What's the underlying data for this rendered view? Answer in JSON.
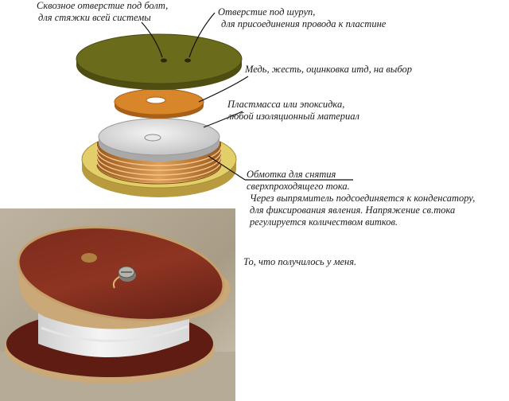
{
  "labels": {
    "bolt_hole": [
      "Сквозное отверстие под болт,",
      "для стяжки всей системы"
    ],
    "screw_hole": [
      "Отверстие под шуруп,",
      "для присоединения провода к пластине"
    ],
    "plate_material": "Медь, жесть, оцинковка итд, на выбор",
    "insulator": [
      "Пластмасса или эпоксидка,",
      "любой изоляционный материал"
    ],
    "winding": [
      "Обмотка для снятия",
      "сверхпроходящего тока.",
      "Через выпрямитель подсоединяется к конденсатору,",
      "для фиксирования явления. Напряжение св.тока",
      "регулируется количеством витков."
    ],
    "result": "То, что получилось у меня."
  },
  "colors": {
    "top_disc": "#6b6b1c",
    "copper_ring": "#d9862a",
    "base_disc": "#e3cf6a",
    "coil_wire": "#c8772a",
    "insulator_disk": "#d6d6d6",
    "photo_disc": "#6e2418",
    "photo_cork_edge": "#caa877"
  }
}
